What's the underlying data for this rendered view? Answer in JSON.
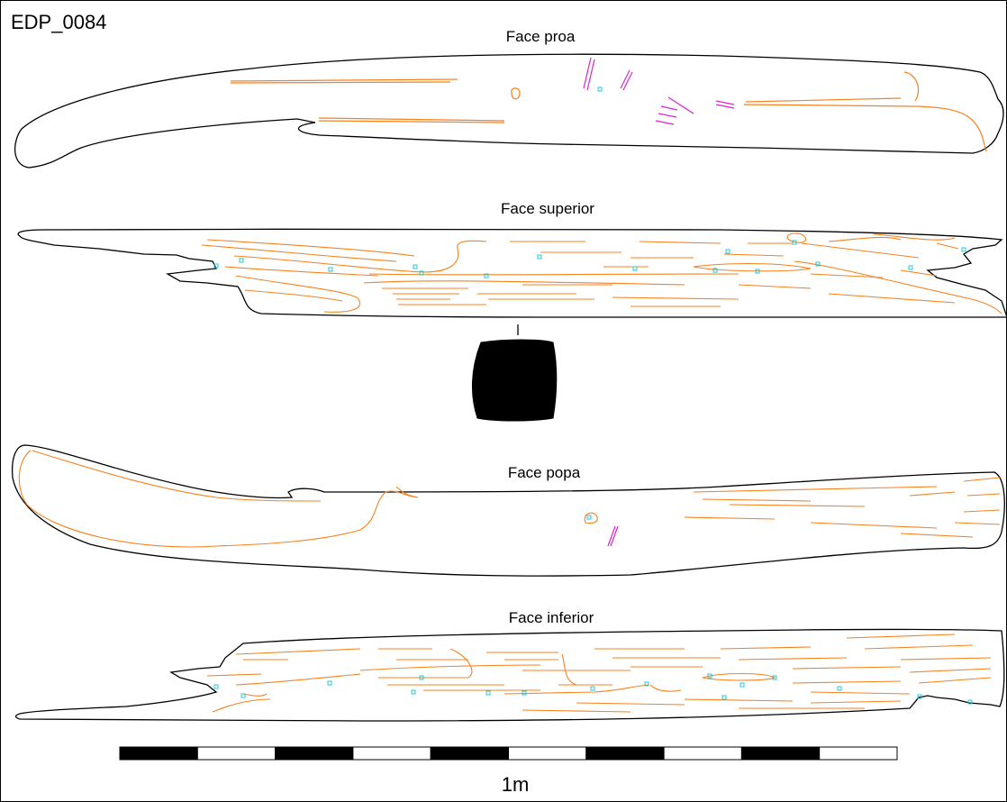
{
  "document": {
    "id": "EDP_0084"
  },
  "faces": [
    {
      "key": "proa",
      "title": "Face proa"
    },
    {
      "key": "superior",
      "title": "Face superior"
    },
    {
      "key": "popa",
      "title": "Face popa"
    },
    {
      "key": "inferior",
      "title": "Face inferior"
    }
  ],
  "scale": {
    "label": "1m",
    "segments": 10
  },
  "colors": {
    "outline": "#000000",
    "grain": "#f58220",
    "damage": "#e020d0",
    "marker": "#20c8d8",
    "section": "#000000",
    "background": "#ffffff"
  }
}
